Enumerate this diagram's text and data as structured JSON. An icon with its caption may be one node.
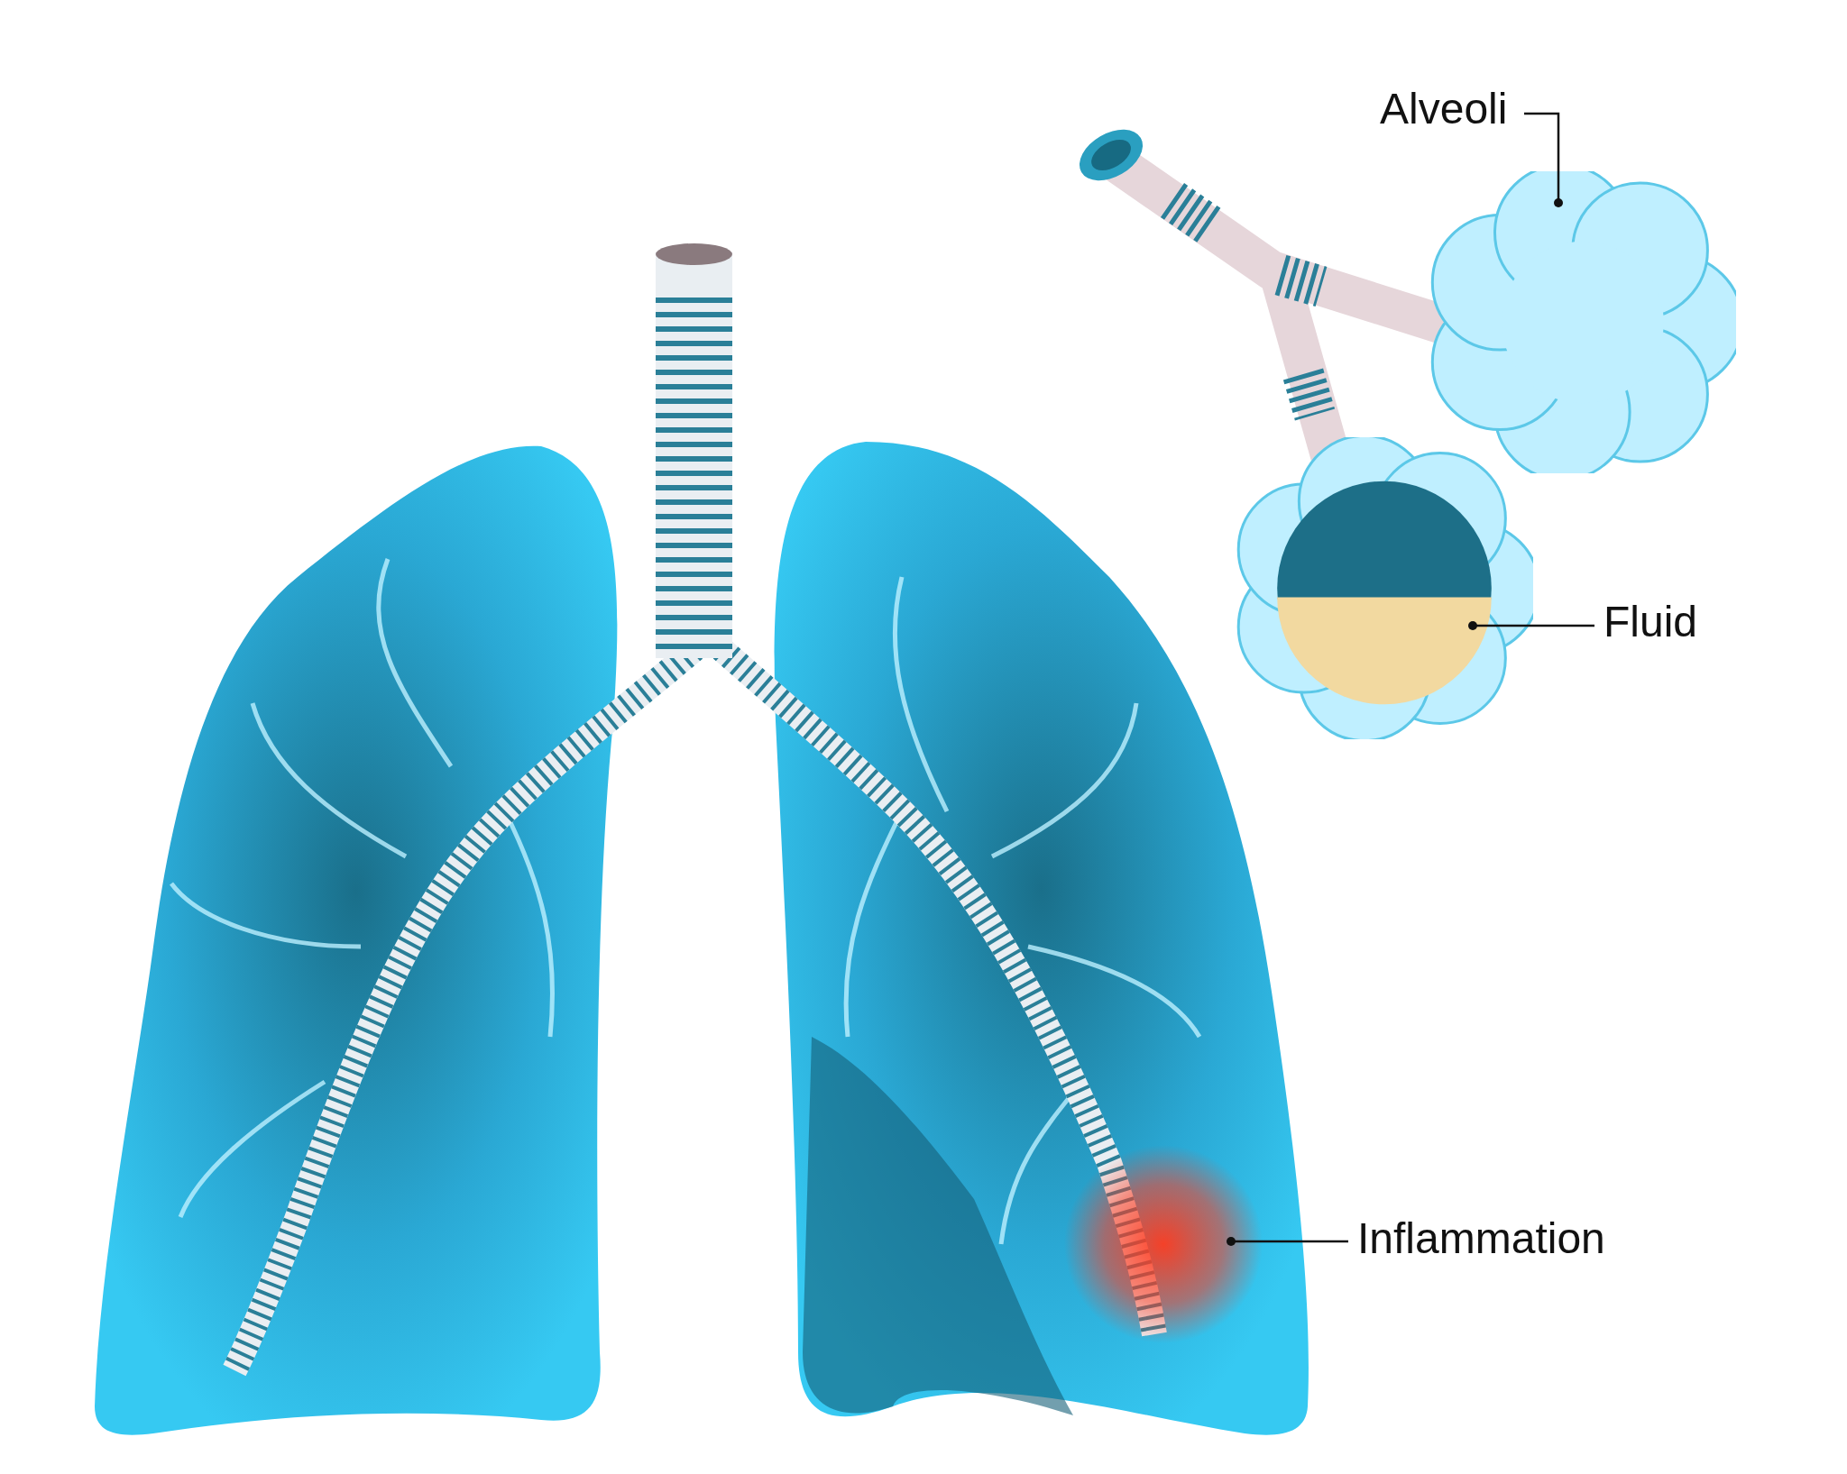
{
  "diagram": {
    "nodes": [
      {
        "text": [
          "Alveoli"
        ]
      },
      {
        "text": [],
        "shape": "picture"
      },
      {
        "text": [
          "Fluid"
        ]
      },
      {
        "text": [],
        "shape": "picture"
      },
      {
        "text": [
          "Inflammation"
        ]
      },
      {
        "text": [],
        "shape": "picture"
      }
    ],
    "edges": [
      {
        "from": 0,
        "to": 1,
        "arrow": "other"
      },
      {
        "from": 2,
        "to": 3,
        "arrow": "other"
      },
      {
        "from": 4,
        "to": 5,
        "arrow": "other"
      }
    ]
  }
}
